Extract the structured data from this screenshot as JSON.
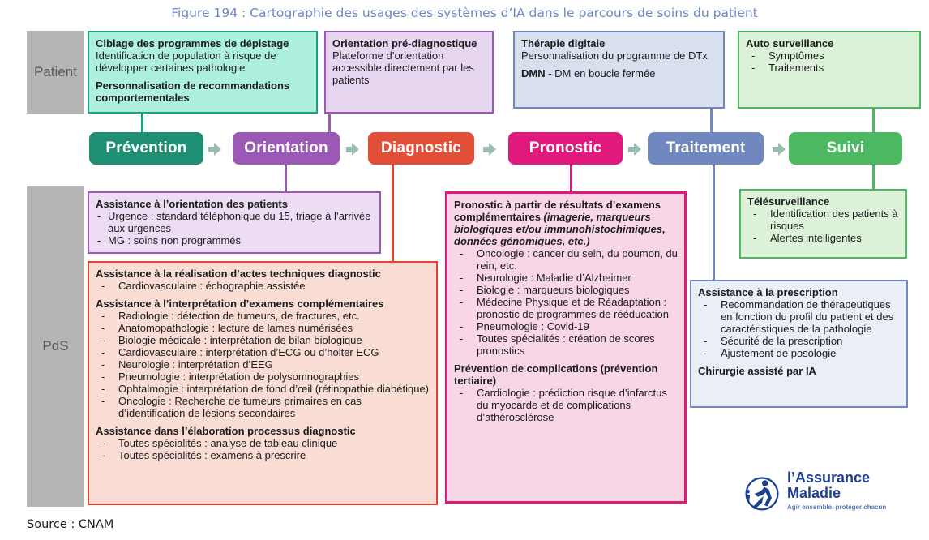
{
  "title": "Figure 194 : Cartographie des usages des systèmes d’IA dans le parcours de soins du patient",
  "source": "Source : CNAM",
  "rails": {
    "patient": "Patient",
    "pds": "PdS"
  },
  "stages": [
    {
      "label": "Prévention",
      "color": "#1e8f72"
    },
    {
      "label": "Orientation",
      "color": "#9b58b5"
    },
    {
      "label": "Diagnostic",
      "color": "#e14f38"
    },
    {
      "label": "Pronostic",
      "color": "#e2197d"
    },
    {
      "label": "Traitement",
      "color": "#7187c0"
    },
    {
      "label": "Suivi",
      "color": "#4cb962"
    }
  ],
  "palette": {
    "title_blue": "#6d87c6",
    "arrow": "#9bbcae",
    "rail_gray": "#b5b5b5",
    "teal_fill": "#adf0dd",
    "teal_border": "#19a183",
    "purple_fill": "#e7d6f0",
    "purple_border": "#9b58b5",
    "blue_fill": "#d8e0f0",
    "blue_border": "#7187c0",
    "green_fill": "#dcf2d8",
    "green_border": "#4cb962",
    "red_fill": "#f9dcd4",
    "red_border": "#e0462c",
    "pink_fill": "#f8d6e5",
    "pink_border": "#e3187b"
  },
  "boxes": {
    "ciblage": {
      "sections": [
        {
          "heading": "Ciblage des programmes de dépistage",
          "text": "Identification de population à risque de développer certaines pathologie"
        },
        {
          "heading": "Personnalisation de recommandations comportementales"
        }
      ]
    },
    "prediag": {
      "sections": [
        {
          "heading": "Orientation pré-diagnostique",
          "text": "Plateforme d’orientation accessible directement par les patients"
        }
      ]
    },
    "therapie": {
      "sections": [
        {
          "heading": "Thérapie digitale",
          "text": "Personnalisation du programme de DTx"
        },
        {
          "lead": "DMN -",
          "text": "DM en boucle fermée"
        }
      ]
    },
    "autosurv": {
      "sections": [
        {
          "heading": "Auto surveillance",
          "items": [
            "Symptômes",
            "Traitements"
          ]
        }
      ]
    },
    "orient_pds": {
      "sections": [
        {
          "heading": "Assistance à l’orientation des patients",
          "items": [
            "Urgence : standard téléphonique du 15, triage à l’arrivée aux urgences",
            "MG : soins non programmés"
          ]
        }
      ]
    },
    "diag_pds": {
      "sections": [
        {
          "heading": "Assistance à la réalisation d’actes techniques diagnostic",
          "items": [
            "Cardiovasculaire : échographie assistée"
          ]
        },
        {
          "heading": "Assistance à l’interprétation d’examens complémentaires",
          "items": [
            "Radiologie : détection de tumeurs, de fractures, etc.",
            "Anatomopathologie : lecture de lames numérisées",
            "Biologie médicale : interprétation de bilan biologique",
            "Cardiovasculaire : interprétation d’ECG ou d’holter ECG",
            "Neurologie : interprétation d’EEG",
            "Pneumologie : interprétation de polysomnographies",
            "Ophtalmogie : interprétation de fond d’œil (rétinopathie diabétique)",
            "Oncologie : Recherche de tumeurs primaires en cas d’identification de lésions secondaires"
          ]
        },
        {
          "heading": "Assistance dans l’élaboration processus diagnostic",
          "items": [
            "Toutes spécialités : analyse de tableau clinique",
            "Toutes spécialités : examens à prescrire"
          ]
        }
      ]
    },
    "prono_pds": {
      "sections": [
        {
          "heading": "Pronostic à partir de résultats d’examens complémentaires",
          "heading_italic": "(imagerie, marqueurs biologiques et/ou immunohistochimiques, données génomiques, etc.)",
          "items": [
            "Oncologie : cancer du sein, du poumon, du rein, etc.",
            "Neurologie : Maladie d’Alzheimer",
            "Biologie : marqueurs biologiques",
            "Médecine Physique et de Réadaptation : pronostic de programmes de rééducation",
            "Pneumologie : Covid-19",
            "Toutes spécialités : création de scores pronostics"
          ]
        },
        {
          "heading": "Prévention de complications (prévention tertiaire)",
          "items": [
            "Cardiologie : prédiction risque d’infarctus du myocarde et de complications d’athérosclérose"
          ]
        }
      ]
    },
    "tele": {
      "sections": [
        {
          "heading": "Télésurveillance",
          "items": [
            "Identification des patients à risques",
            "Alertes intelligentes"
          ]
        }
      ]
    },
    "prescr": {
      "sections": [
        {
          "heading": "Assistance à la prescription",
          "items": [
            "Recommandation de thérapeutiques en fonction du profil du patient et des caractéristiques de la pathologie",
            "Sécurité de la prescription",
            "Ajustement de posologie"
          ]
        },
        {
          "heading": "Chirurgie assisté par IA"
        }
      ]
    }
  },
  "logo": {
    "line1": "l’Assurance",
    "line2": "Maladie",
    "tagline": "Agir ensemble, protéger chacun"
  }
}
